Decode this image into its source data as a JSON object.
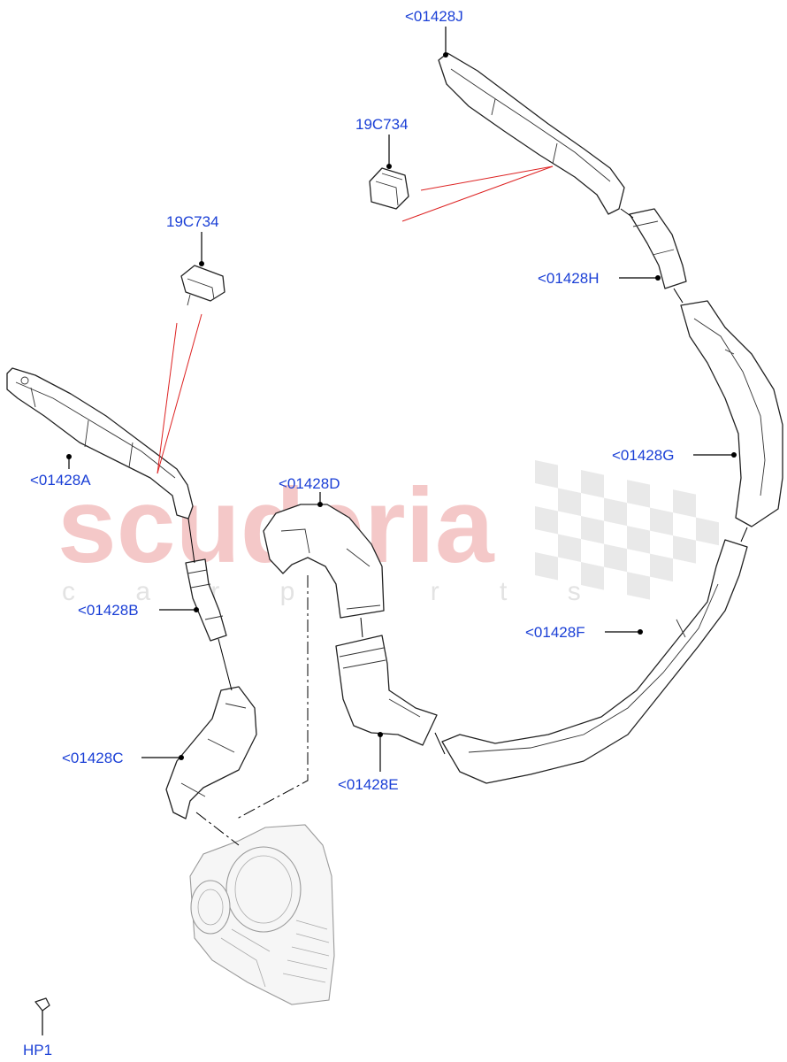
{
  "watermark": {
    "brand": "scuderia",
    "tagline": "c a r p a r t s"
  },
  "callouts": {
    "j": "<01428J",
    "sensor_top": "19C734",
    "sensor_left": "19C734",
    "h": "<01428H",
    "a": "<01428A",
    "d": "<01428D",
    "g": "<01428G",
    "b": "<01428B",
    "f": "<01428F",
    "c": "<01428C",
    "e": "<01428E",
    "hp1": "HP1"
  }
}
